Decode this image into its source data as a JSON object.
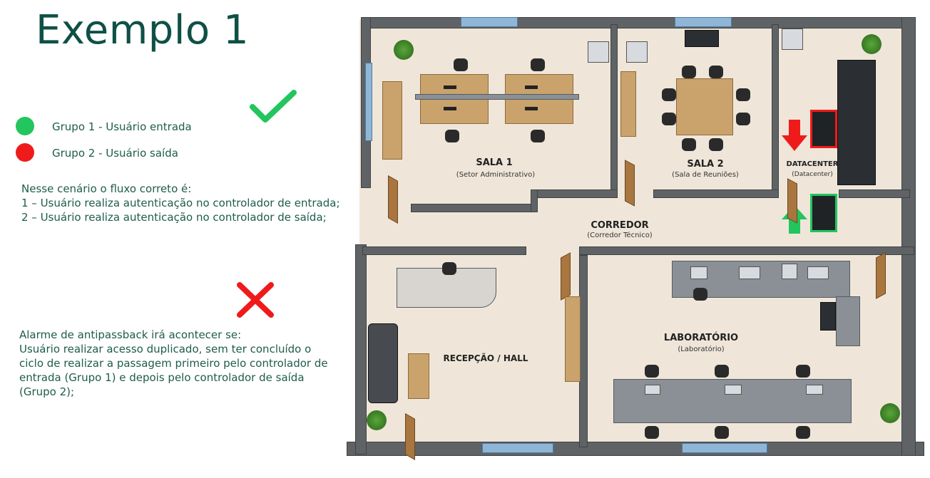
{
  "title": "Exemplo 1",
  "legend": [
    {
      "label": "Grupo 1  - Usuário entrada",
      "color": "#22c55e"
    },
    {
      "label": "Grupo 2 - Usuário saída",
      "color": "#ef1b1b"
    }
  ],
  "correct_flow": {
    "intro": "Nesse cenário o fluxo correto é:",
    "steps": [
      "1 – Usuário realiza autenticação no controlador de entrada;",
      "2 – Usuário realiza autenticação no controlador de saída;"
    ]
  },
  "alarm": {
    "intro": "Alarme de antipassback irá acontecer se:",
    "lines": [
      "Usuário realizar acesso duplicado, sem ter concluído o",
      "ciclo de realizar a passagem primeiro pelo controlador de",
      "entrada (Grupo 1) e depois pelo controlador de saída",
      "(Grupo 2);"
    ]
  },
  "rooms": {
    "sala1": {
      "name": "SALA 1",
      "sub": "(Setor Administrativo)"
    },
    "sala2": {
      "name": "SALA 2",
      "sub": "(Sala de Reuniões)"
    },
    "datacenter": {
      "name": "DATACENTER",
      "sub": "(Datacenter)"
    },
    "corredor": {
      "name": "CORREDOR",
      "sub": "(Corredor Técnico)"
    },
    "recepcao": {
      "name": "RECEPÇÃO / HALL"
    },
    "laboratorio": {
      "name": "LABORATÓRIO",
      "sub": "(Laboratório)"
    }
  },
  "colors": {
    "entry": "#22c55e",
    "exit": "#ef1b1b",
    "check": "#22c55e",
    "cross": "#ef1b1b",
    "title": "#0f5046",
    "text": "#1e5c4c"
  },
  "icons": {
    "check": "check-icon",
    "cross": "cross-icon",
    "entry_arrow": "arrow-up-icon",
    "exit_arrow": "arrow-down-icon"
  }
}
